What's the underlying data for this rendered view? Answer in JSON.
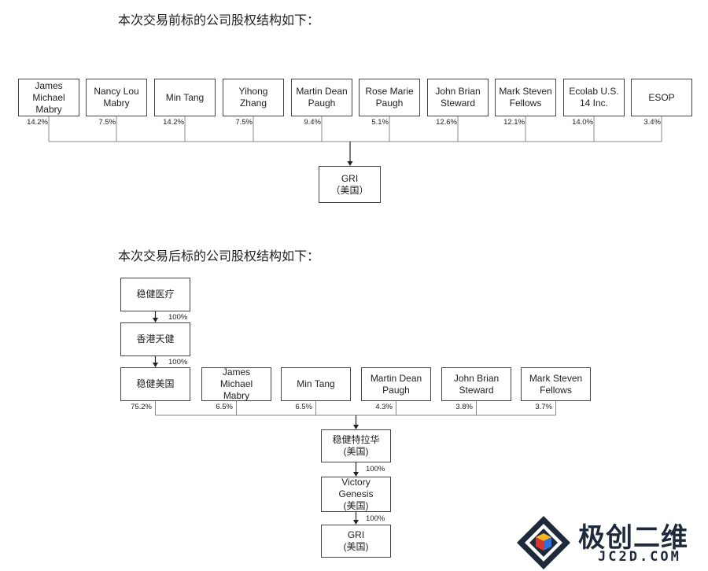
{
  "before": {
    "heading": "本次交易前标的公司股权结构如下：",
    "holders": [
      {
        "name": "James\nMichael\nMabry",
        "pct": "14.2%"
      },
      {
        "name": "Nancy Lou\nMabry",
        "pct": "7.5%"
      },
      {
        "name": "Min Tang",
        "pct": "14.2%"
      },
      {
        "name": "Yihong\nZhang",
        "pct": "7.5%"
      },
      {
        "name": "Martin Dean\nPaugh",
        "pct": "9.4%"
      },
      {
        "name": "Rose Marie\nPaugh",
        "pct": "5.1%"
      },
      {
        "name": "John Brian\nSteward",
        "pct": "12.6%"
      },
      {
        "name": "Mark Steven\nFellows",
        "pct": "12.1%"
      },
      {
        "name": "Ecolab U.S.\n14 Inc.",
        "pct": "14.0%"
      },
      {
        "name": "ESOP",
        "pct": "3.4%"
      }
    ],
    "target": "GRI\n（美国）"
  },
  "after": {
    "heading": "本次交易后标的公司股权结构如下：",
    "chain": [
      {
        "name": "稳健医疗",
        "pct": "100%"
      },
      {
        "name": "香港天健",
        "pct": "100%"
      }
    ],
    "holders": [
      {
        "name": "稳健美国",
        "pct": "75.2%"
      },
      {
        "name": "James\nMichael\nMabry",
        "pct": "6.5%"
      },
      {
        "name": "Min Tang",
        "pct": "6.5%"
      },
      {
        "name": "Martin Dean\nPaugh",
        "pct": "4.3%"
      },
      {
        "name": "John Brian\nSteward",
        "pct": "3.8%"
      },
      {
        "name": "Mark Steven\nFellows",
        "pct": "3.7%"
      }
    ],
    "lower": [
      {
        "name": "稳健特拉华\n(美国)",
        "pct": "100%"
      },
      {
        "name": "Victory\nGenesis\n(美国)",
        "pct": "100%"
      },
      {
        "name": "GRI\n(美国)",
        "pct": ""
      }
    ]
  },
  "watermark": {
    "text": "极创二维",
    "sub": "JC2D.COM"
  }
}
